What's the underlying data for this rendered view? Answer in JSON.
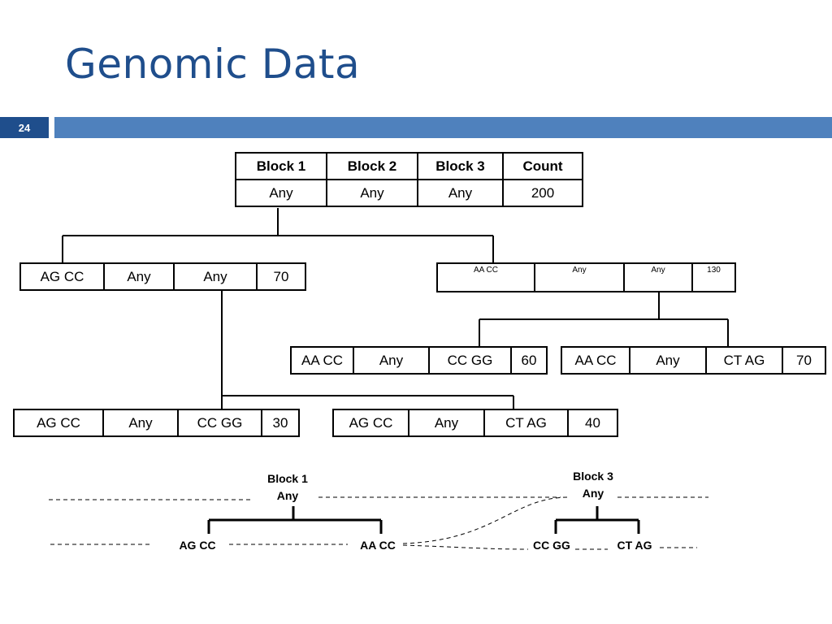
{
  "slide": {
    "title": "Genomic Data",
    "page_number": "24"
  },
  "tree": {
    "root": {
      "headers": [
        "Block 1",
        "Block 2",
        "Block 3",
        "Count"
      ],
      "values": [
        "Any",
        "Any",
        "Any",
        "200"
      ]
    },
    "left": [
      "AG CC",
      "Any",
      "Any",
      "70"
    ],
    "right": [
      "AA CC",
      "Any",
      "Any",
      "130"
    ],
    "right_left": [
      "AA CC",
      "Any",
      "CC GG",
      "60"
    ],
    "right_right": [
      "AA CC",
      "Any",
      "CT AG",
      "70"
    ],
    "left_left": [
      "AG CC",
      "Any",
      "CC GG",
      "30"
    ],
    "left_right": [
      "AG CC",
      "Any",
      "CT AG",
      "40"
    ]
  },
  "bottom_diagram": {
    "block1_title": "Block 1",
    "block1_value": "Any",
    "block1_children": [
      "AG CC",
      "AA CC"
    ],
    "block3_title": "Block 3",
    "block3_value": "Any",
    "block3_children": [
      "CC GG",
      "CT AG"
    ]
  }
}
